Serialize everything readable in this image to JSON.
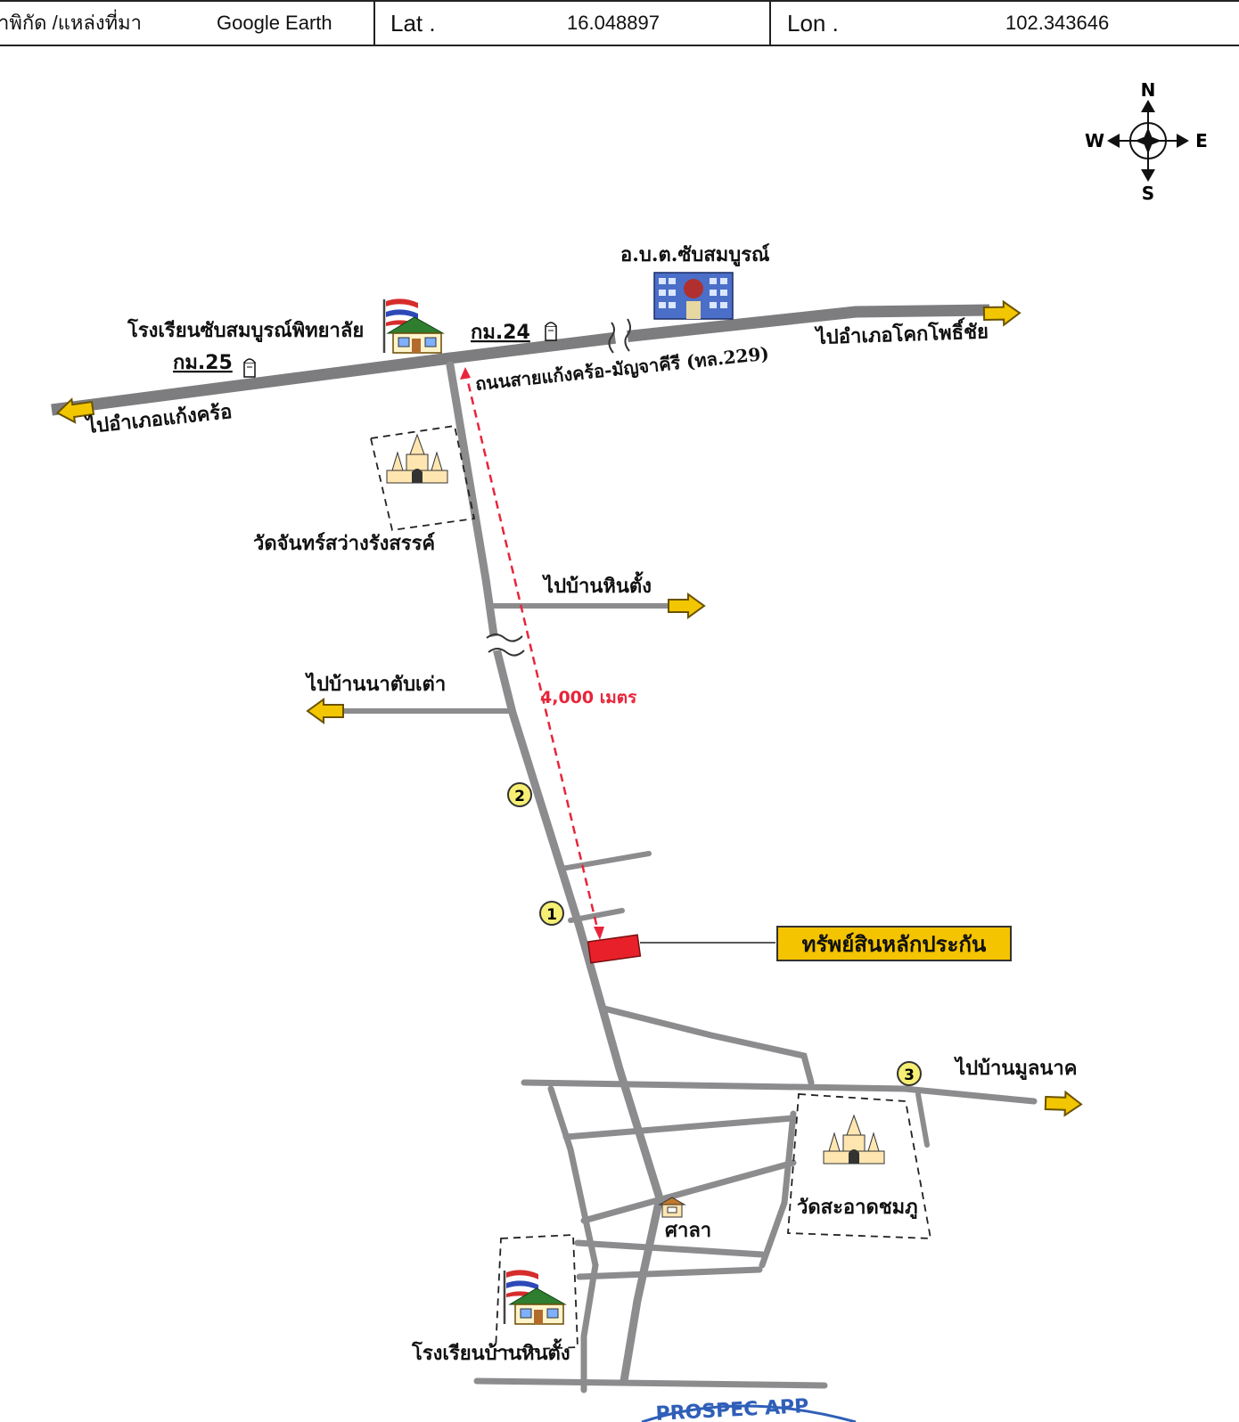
{
  "header": {
    "source_label": "าพิกัด /แหล่งที่มา",
    "source_value": "Google Earth",
    "lat_label": "Lat .",
    "lat_value": "16.048897",
    "lon_label": "Lon .",
    "lon_value": "102.343646"
  },
  "compass": {
    "north": "N",
    "south": "S",
    "east": "E",
    "west": "W"
  },
  "labels": {
    "sao_office": "อ.บ.ต.ซับสมบูรณ์",
    "school_top": "โรงเรียนซับสมบูรณ์พิทยาลัย",
    "km24": "กม.24",
    "km25": "กม.25",
    "to_khok_pho_chai": "ไปอำเภอโคกโพธิ์ชัย",
    "to_kaeng_khro": "ไปอำเภอแก้งคร้อ",
    "highway_name": "ถนนสายแก้งคร้อ-มัญจาคีรี (ทล.229)",
    "temple_top": "วัดจันทร์สว่างรังสรรค์",
    "to_ban_hin_tang": "ไปบ้านหินตั้ง",
    "to_ban_na_tap_tao": "ไปบ้านนาตับเต่า",
    "distance": "4,000 เมตร",
    "marker_1": "1",
    "marker_2": "2",
    "marker_3": "3",
    "collateral": "ทรัพย์สินหลักประกัน",
    "to_ban_mun_nak": "ไปบ้านมูลนาค",
    "temple_bottom": "วัดสะอาดชมภู",
    "sala": "ศาลา",
    "school_bottom": "โรงเรียนบ้านหินตั้ง",
    "stamp": "PROSPEC APP"
  },
  "colors": {
    "road": "#8c8c8e",
    "arrow_fill": "#f2c600",
    "distance_line": "#e8253a",
    "collateral_box": "#e8202a",
    "label_box": "#f4c400",
    "marker_fill": "#f6ef74",
    "stamp": "#2f5fb8"
  },
  "icons": {
    "school": "school-building-icon",
    "temple": "temple-icon",
    "office": "government-office-icon",
    "km_post": "kilometer-post-icon",
    "compass": "compass-rose-icon"
  }
}
